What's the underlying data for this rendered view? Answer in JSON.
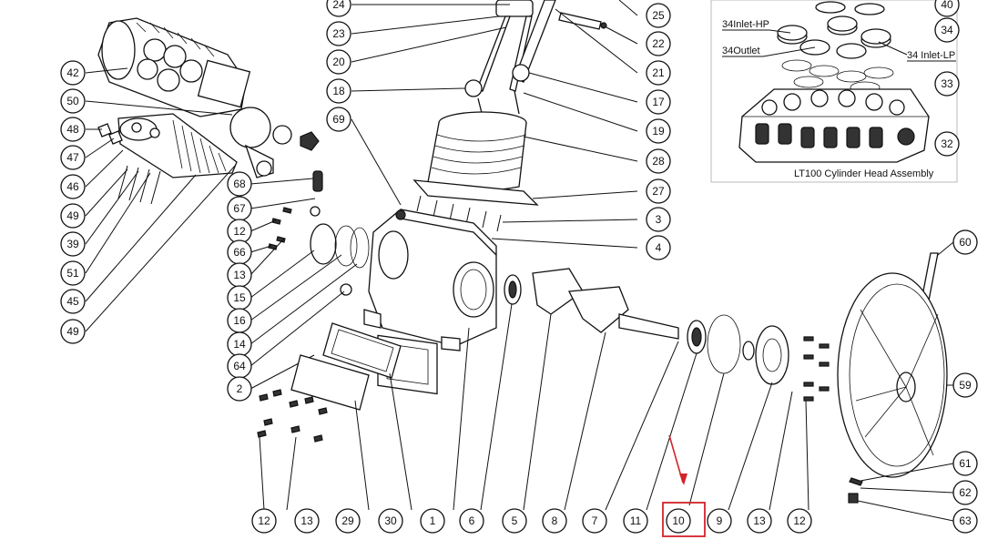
{
  "inset": {
    "title": "LT100 Cylinder Head Assembly",
    "labels": {
      "inlet_hp": "34Inlet-HP",
      "outlet": "34Outlet",
      "inlet_lp": "34 Inlet-LP"
    }
  },
  "callouts": {
    "c24": "24",
    "c23": "23",
    "c20": "20",
    "c18": "18",
    "c25": "25",
    "c22": "22",
    "c21": "21",
    "c17": "17",
    "c19": "19",
    "c28": "28",
    "c27": "27",
    "c3": "3",
    "c4": "4",
    "c69": "69",
    "c40": "40",
    "c34": "34",
    "c33": "33",
    "c32": "32",
    "c42": "42",
    "c50": "50",
    "c48": "48",
    "c47": "47",
    "c46": "46",
    "c49a": "49",
    "c39": "39",
    "c51": "51",
    "c45": "45",
    "c49b": "49",
    "c68": "68",
    "c67": "67",
    "c12a": "12",
    "c66": "66",
    "c13a": "13",
    "c15": "15",
    "c16": "16",
    "c14": "14",
    "c64": "64",
    "c2": "2",
    "c60": "60",
    "c59": "59",
    "c61": "61",
    "c62": "62",
    "c63": "63",
    "b12": "12",
    "b13": "13",
    "b29": "29",
    "b30": "30",
    "b1": "1",
    "b6": "6",
    "b5": "5",
    "b8": "8",
    "b7": "7",
    "b11": "11",
    "b10": "10",
    "b9": "9",
    "b13b": "13",
    "b12b": "12"
  },
  "highlight": {
    "target_label": "10",
    "color": "#d2232a"
  }
}
